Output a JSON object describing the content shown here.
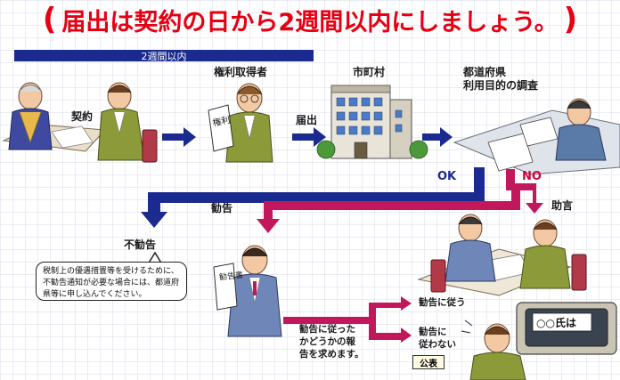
{
  "header": {
    "paren_open": "(",
    "title": "届出は契約の日から2週間以内にしましょう。",
    "paren_close": ")"
  },
  "period_bar": {
    "label": "2週間以内"
  },
  "steps": {
    "contract": "契約",
    "rights_holder": "権利取得者",
    "notification": "届出",
    "municipality": "市町村",
    "prefecture_line1": "都道府県",
    "prefecture_line2": "利用目的の調査"
  },
  "branches": {
    "ok": "OK",
    "no": "NO",
    "no_recommendation": "不勧告",
    "recommendation": "勧告",
    "advice": "助言"
  },
  "note": {
    "text": "税制上の優遇措置等を受けるために、不勧告通知が必要な場合には、都道府県等に申し込んでください。"
  },
  "report": {
    "line1": "勧告に従った",
    "line2": "かどうかの報",
    "line3": "告を求めます。"
  },
  "outcomes": {
    "comply": "勧告に従う",
    "not_comply_line1": "勧告に",
    "not_comply_line2": "従わない",
    "publication": "公表"
  },
  "props": {
    "document_rights": "権利",
    "document_recommendation": "勧告書",
    "tv_screen": "○○氏は"
  },
  "colors": {
    "headline": "#e60012",
    "period_bar": "#1a2a8e",
    "flow_arrow": "#1a2a8e",
    "ok_path": "#1a2a8e",
    "no_path": "#c2185b"
  }
}
